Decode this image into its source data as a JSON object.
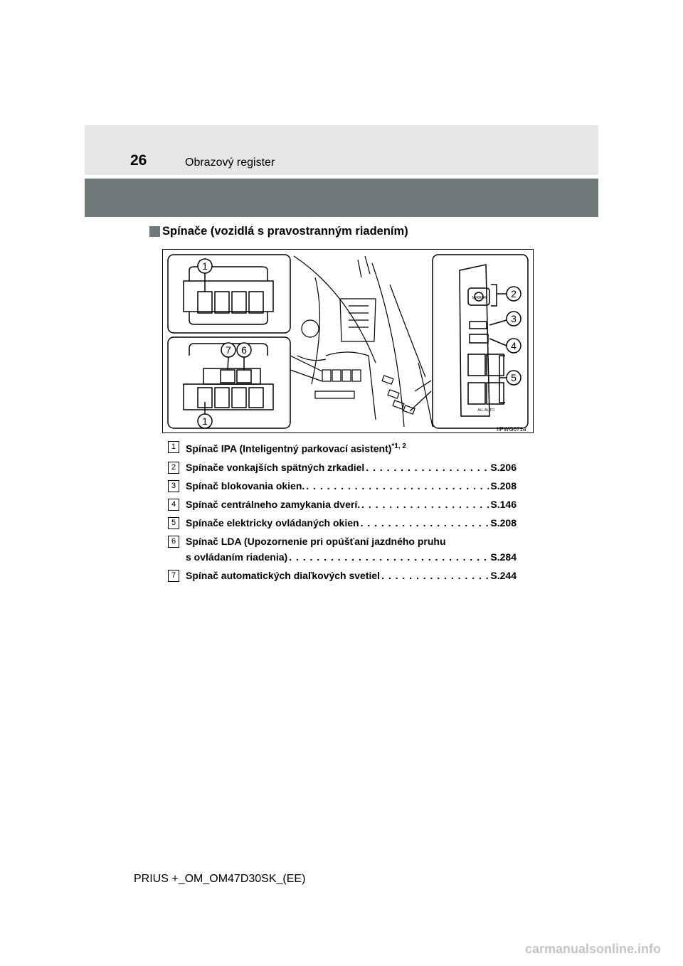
{
  "header": {
    "page_number": "26",
    "section_title": "Obrazový register"
  },
  "heading": "Spínače (vozidlá s pravostranným riadením)",
  "figure": {
    "code": "IIPWG071a",
    "callouts": [
      "1",
      "2",
      "3",
      "4",
      "5",
      "6",
      "7",
      "1"
    ],
    "panel_text": {
      "mirror": "MIRROR",
      "all_auto": "ALL AUTO"
    }
  },
  "items": [
    {
      "num": "1",
      "label": "Spínač IPA (Inteligentný parkovací asistent)",
      "sup": "*1, 2",
      "page": ""
    },
    {
      "num": "2",
      "label": "Spínače vonkajších spätných zrkadiel",
      "page": "S.206"
    },
    {
      "num": "3",
      "label": "Spínač blokovania okien.",
      "page": "S.208"
    },
    {
      "num": "4",
      "label": "Spínač centrálneho zamykania dverí.",
      "page": "S.146"
    },
    {
      "num": "5",
      "label": "Spínače elektricky ovládaných okien",
      "page": "S.208"
    },
    {
      "num": "6",
      "label_line1": "Spínač LDA (Upozornenie pri opúšťaní jazdného pruhu",
      "label": "s ovládaním riadenia)",
      "page": "S.284"
    },
    {
      "num": "7",
      "label": "Spínač automatických diaľkových svetiel",
      "page": "S.244"
    }
  ],
  "footer": "PRIUS +_OM_OM47D30SK_(EE)",
  "watermark": "carmanualsonline.info"
}
